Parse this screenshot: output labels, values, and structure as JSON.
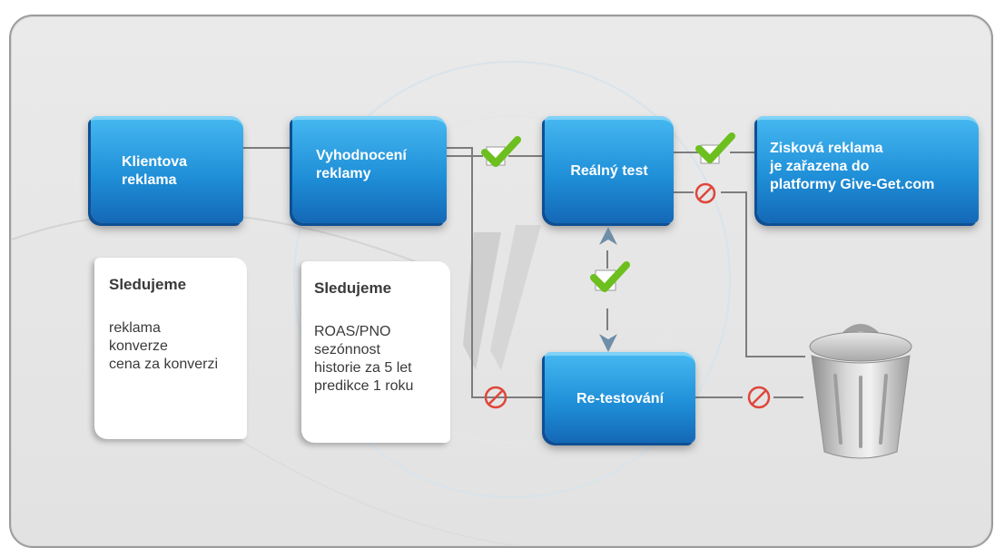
{
  "nodes": {
    "client_ad": "Klientova reklama",
    "evaluation": "Vyhodnocení reklamy",
    "real_test": "Reálný test",
    "profit_line1": "Zisková reklama",
    "profit_line2": "je zařazena do",
    "profit_line3": "platformy Give-Get.com",
    "retest": "Re-testování"
  },
  "notes": [
    {
      "title": "Sledujeme",
      "lines": [
        "reklama",
        "konverze",
        "cena za konverzi"
      ]
    },
    {
      "title": "Sledujeme",
      "lines": [
        "ROAS/PNO",
        "sezónnost",
        "historie za 5 let",
        "predikce 1 roku"
      ]
    }
  ],
  "colors": {
    "box_blue": "#1f8fd8",
    "check_green": "#6cbf1e",
    "stop_red": "#e0453a",
    "connector_gray": "#7d7d7d"
  },
  "icons": [
    "check-icon",
    "prohibited-icon",
    "trash-bin-icon",
    "arrow-up-icon",
    "arrow-down-icon"
  ]
}
